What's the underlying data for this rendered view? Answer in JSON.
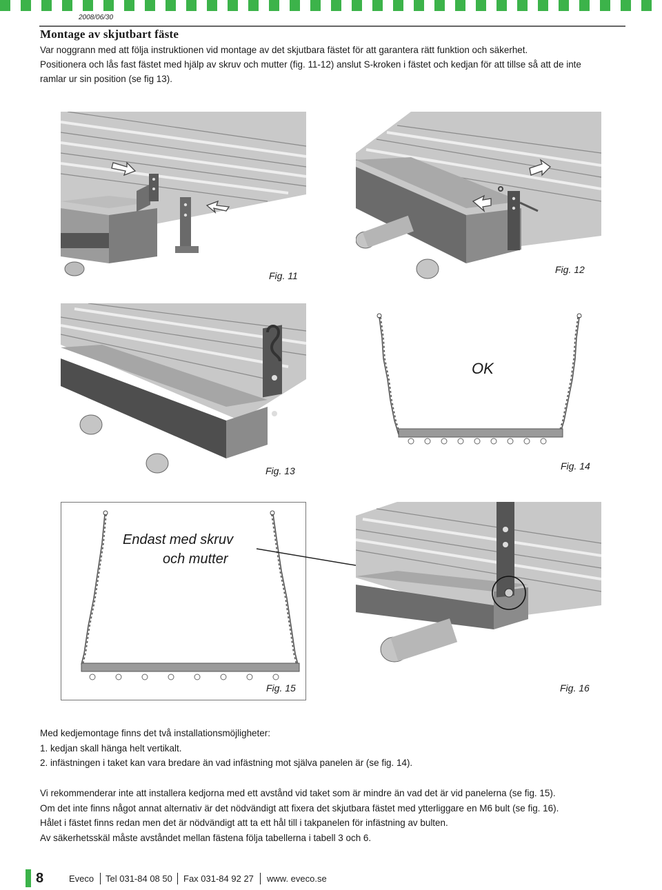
{
  "header": {
    "date": "2008/06/30",
    "stripe_colors": [
      "#3cb34a",
      "#ffffff"
    ]
  },
  "title": "Montage av skjutbart fäste",
  "intro_lines": [
    "Var noggrann med att följa instruktionen vid montage av det skjutbara fästet för att garantera rätt funktion och säkerhet.",
    "Positionera och lås fast fästet med hjälp av skruv och mutter (fig. 11-12) anslut S-kroken i fästet och kedjan för att tillse så att de inte",
    "ramlar ur sin position (se fig 13)."
  ],
  "figures": {
    "fig11": "Fig. 11",
    "fig12": "Fig. 12",
    "fig13": "Fig. 13",
    "fig14": "Fig. 14",
    "fig14_label": "OK",
    "fig15": "Fig. 15",
    "fig15_label_line1": "Endast med skruv",
    "fig15_label_line2": "och mutter",
    "fig16": "Fig. 16"
  },
  "body": {
    "options_intro": "Med kedjemontage finns det två installationsmöjligheter:",
    "option1": "1. kedjan skall hänga helt vertikalt.",
    "option2": "2. infästningen i taket kan vara bredare än vad infästning mot själva panelen är (se fig. 14).",
    "para2_lines": [
      "Vi rekommenderar inte att installera kedjorna med ett avstånd vid taket som är mindre än vad det är vid panelerna (se fig. 15).",
      "Om det inte finns något annat alternativ är det nödvändigt att fixera det skjutbara fästet med ytterliggare en M6 bult (se fig. 16).",
      "Hålet i fästet finns redan men det är nödvändigt att ta ett hål till i takpanelen för infästning av bulten.",
      "Av säkerhetsskäl måste avståndet mellan fästena följa tabellerna i tabell 3 och 6."
    ]
  },
  "footer": {
    "page_number": "8",
    "company": "Eveco",
    "phone": "Tel 031-84 08 50",
    "fax": "Fax 031-84 92 27",
    "web": "www. eveco.se",
    "accent_color": "#3cb34a"
  }
}
